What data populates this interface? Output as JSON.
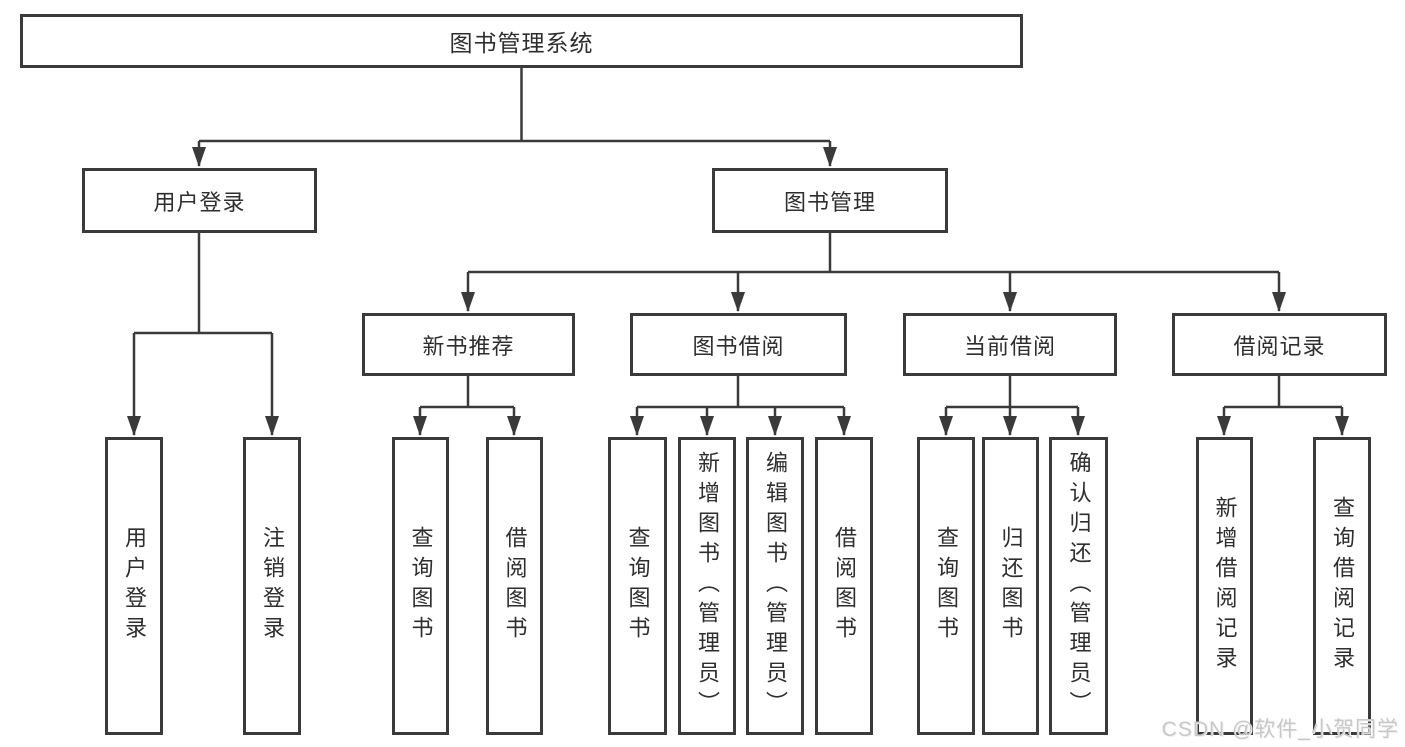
{
  "tree": {
    "root": "图书管理系统",
    "login": {
      "label": "用户登录",
      "children": [
        "用户登录",
        "注销登录"
      ]
    },
    "mgmt": {
      "label": "图书管理",
      "children": [
        {
          "label": "新书推荐",
          "children": [
            "查询图书",
            "借阅图书"
          ]
        },
        {
          "label": "图书借阅",
          "children": [
            "查询图书",
            "新增图书（管理员）",
            "编辑图书（管理员）",
            "借阅图书"
          ]
        },
        {
          "label": "当前借阅",
          "children": [
            "查询图书",
            "归还图书",
            "确认归还（管理员）"
          ]
        },
        {
          "label": "借阅记录",
          "children": [
            "新增借阅记录",
            "查询借阅记录"
          ]
        }
      ]
    }
  },
  "watermark": "CSDN @软件_小贺同学",
  "colors": {
    "line": "#3a3a3a",
    "box_border": "#3a3a3a",
    "box_fill": "#ffffff",
    "text": "#2e2e2e",
    "watermark": "#c8c8c8",
    "background": "#ffffff"
  }
}
